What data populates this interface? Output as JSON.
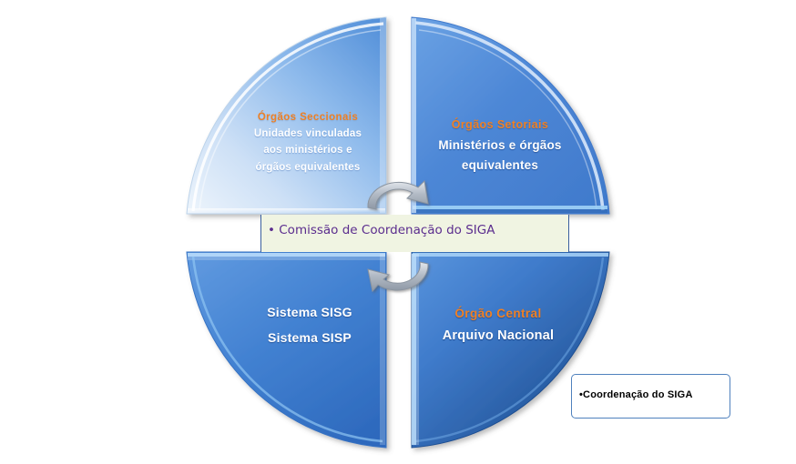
{
  "diagram": {
    "type": "four-quadrant-circle",
    "quadrants": [
      {
        "position": "top-left",
        "name": "orgaos-seccionais",
        "title": "Órgãos Seccionais",
        "title_color": "#ef8024",
        "lines": [
          "Unidades vinculadas",
          "aos ministérios e",
          "órgãos equivalentes"
        ],
        "lines_color": "#ffffff",
        "fill_from": "#d8e7f8",
        "fill_to": "#5b95dd"
      },
      {
        "position": "top-right",
        "name": "orgaos-setoriais",
        "title": "Órgãos Setoriais",
        "title_color": "#ef8024",
        "lines": [
          "Ministérios e órgãos",
          "equivalentes"
        ],
        "lines_color": "#ffffff",
        "fill_from": "#5e97de",
        "fill_to": "#3f79cd"
      },
      {
        "position": "bottom-left",
        "name": "sistemas-sisg-sisp",
        "title": "",
        "title_color": "#ef8024",
        "lines": [
          "Sistema SISG",
          "Sistema SISP"
        ],
        "lines_color": "#ffffff",
        "fill_from": "#4f8ad8",
        "fill_to": "#2f6cc0"
      },
      {
        "position": "bottom-right",
        "name": "orgao-central",
        "title": "Órgão Central",
        "title_color": "#ef8024",
        "lines": [
          "Arquivo Nacional"
        ],
        "lines_color": "#ffffff",
        "fill_from": "#4a86d6",
        "fill_to": "#1d4f92"
      }
    ],
    "center_band": {
      "text": "• Comissão de Coordenação do SIGA",
      "text_color": "#5b2d8e",
      "background": "#f0f4e2",
      "border_color": "#3a5f9e"
    },
    "callout": {
      "text": "•Coordenação do SIGA",
      "text_color": "#000000",
      "background": "#ffffff",
      "border_color": "#4f81bd"
    },
    "arrows": [
      {
        "name": "arrow-upper-clockwise",
        "direction": "arc-up-pointing-right",
        "color": "#9ea7b3"
      },
      {
        "name": "arrow-lower-counterclockwise",
        "direction": "arc-down-pointing-left",
        "color": "#9ea7b3"
      }
    ],
    "palette": {
      "orange": "#ef8024",
      "white": "#ffffff",
      "purple": "#5b2d8e",
      "blue_border": "#4f81bd",
      "cream": "#f0f4e2"
    }
  }
}
